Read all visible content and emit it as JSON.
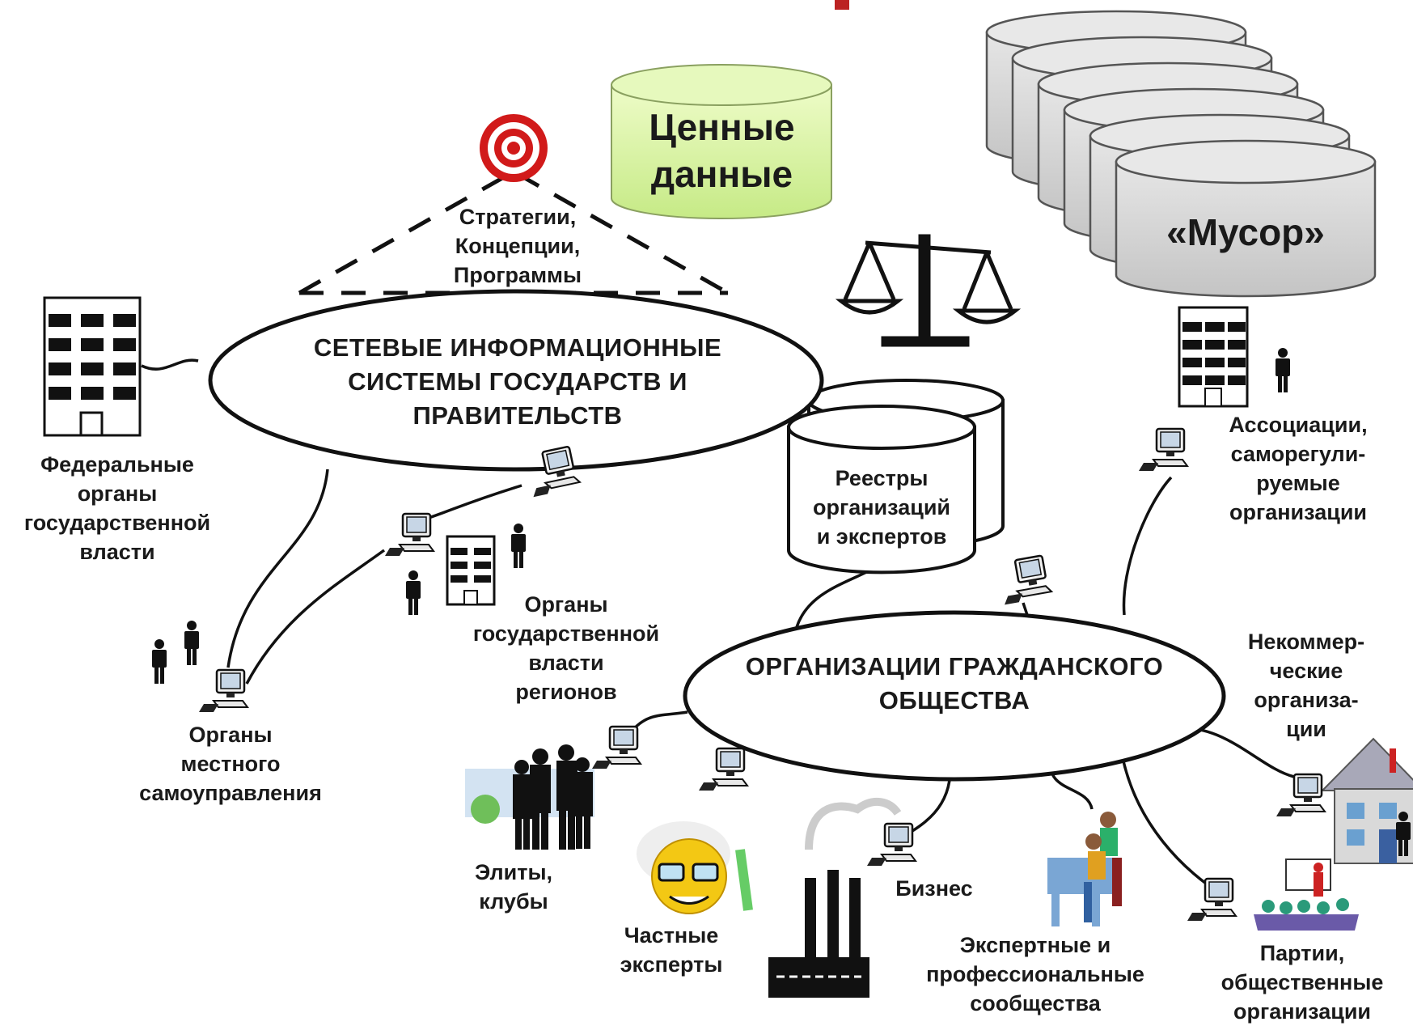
{
  "nodes": {
    "valuable_data": "Ценные данные",
    "garbage": "«Мусор»",
    "strategies": [
      "Стратегии,",
      "Концепции,",
      "Программы"
    ],
    "gov_networks": [
      "СЕТЕВЫЕ ИНФОРМАЦИОННЫЕ",
      "СИСТЕМЫ ГОСУДАРСТВ И",
      "ПРАВИТЕЛЬСТВ"
    ],
    "civil_society": [
      "ОРГАНИЗАЦИИ ГРАЖДАНСКОГО",
      "ОБЩЕСТВА"
    ],
    "registers": [
      "Реестры",
      "организаций",
      "и экспертов"
    ],
    "federal": [
      "Федеральные",
      "органы",
      "государственной",
      "власти"
    ],
    "regional": [
      "Органы",
      "государственной",
      "власти",
      "регионов"
    ],
    "local": [
      "Органы",
      "местного",
      "самоуправления"
    ],
    "associations": [
      "Ассоциации,",
      "саморегули-",
      "руемые",
      "организации"
    ],
    "nonprofit": [
      "Некоммер-",
      "ческие",
      "организа-",
      "ции"
    ],
    "elites": [
      "Элиты,",
      "клубы"
    ],
    "experts": [
      "Частные",
      "эксперты"
    ],
    "business": "Бизнес",
    "professional": [
      "Экспертные и",
      "профессиональные",
      "сообщества"
    ],
    "parties": [
      "Партии,",
      "общественные",
      "организации"
    ]
  },
  "colors": {
    "valuable_fill": "#d6f2a0",
    "garbage_fill": "#d0d0d0",
    "target_red": "#d11a1a",
    "line": "#111111"
  }
}
